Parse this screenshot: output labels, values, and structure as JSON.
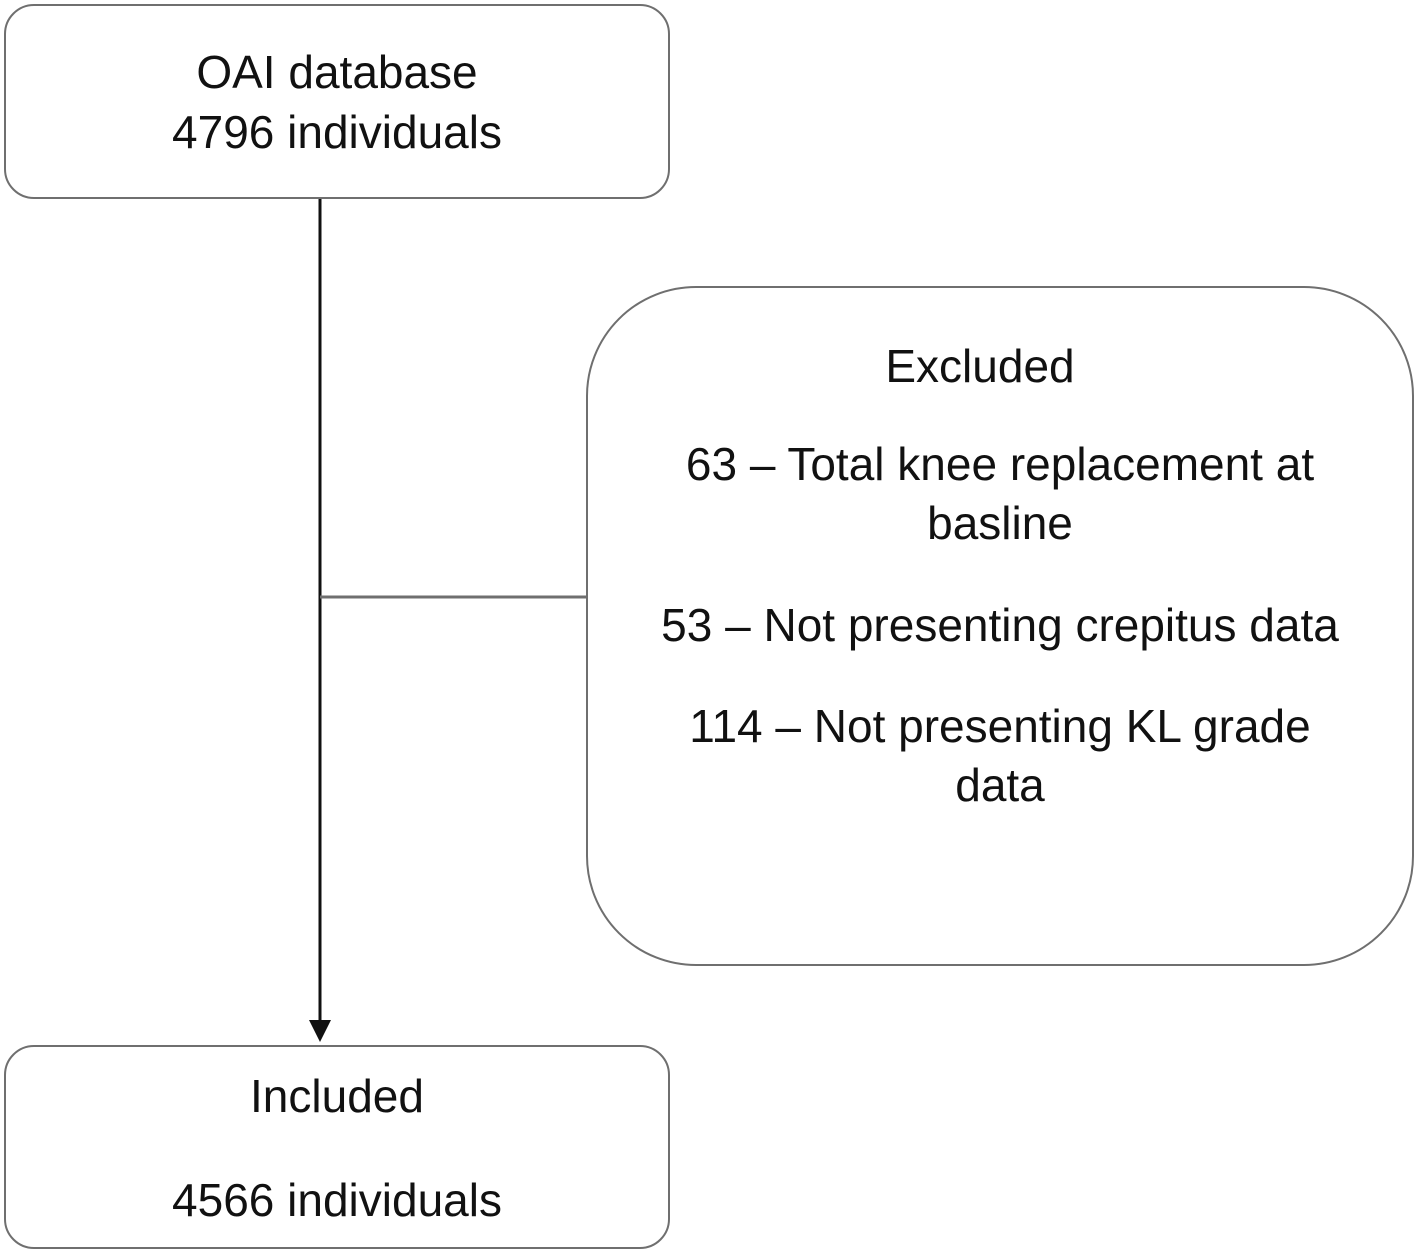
{
  "top_box": {
    "line1": "OAI database",
    "line2": "4796 individuals"
  },
  "excluded_box": {
    "title": "Excluded",
    "item1_line1": "63 – Total knee replacement at",
    "item1_line2": "basline",
    "item2": "53 – Not presenting crepitus data",
    "item3_line1": "114 – Not presenting KL grade",
    "item3_line2": "data"
  },
  "included_box": {
    "title": "Included",
    "count": "4566 individuals"
  },
  "colors": {
    "box_border": "#6f6f6f",
    "arrow_line": "#111111",
    "branch_line": "#6f6f6f"
  }
}
